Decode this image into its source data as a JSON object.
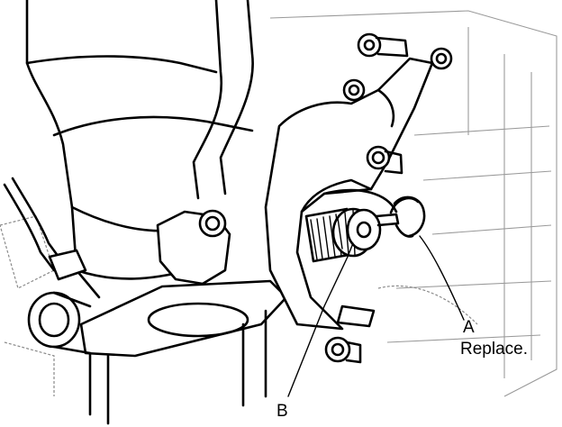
{
  "callouts": {
    "a_letter": "A",
    "a_note": "Replace.",
    "b_letter": "B"
  },
  "colors": {
    "ink": "#000000",
    "paper": "#ffffff",
    "ghost": "#8a8a8a"
  }
}
